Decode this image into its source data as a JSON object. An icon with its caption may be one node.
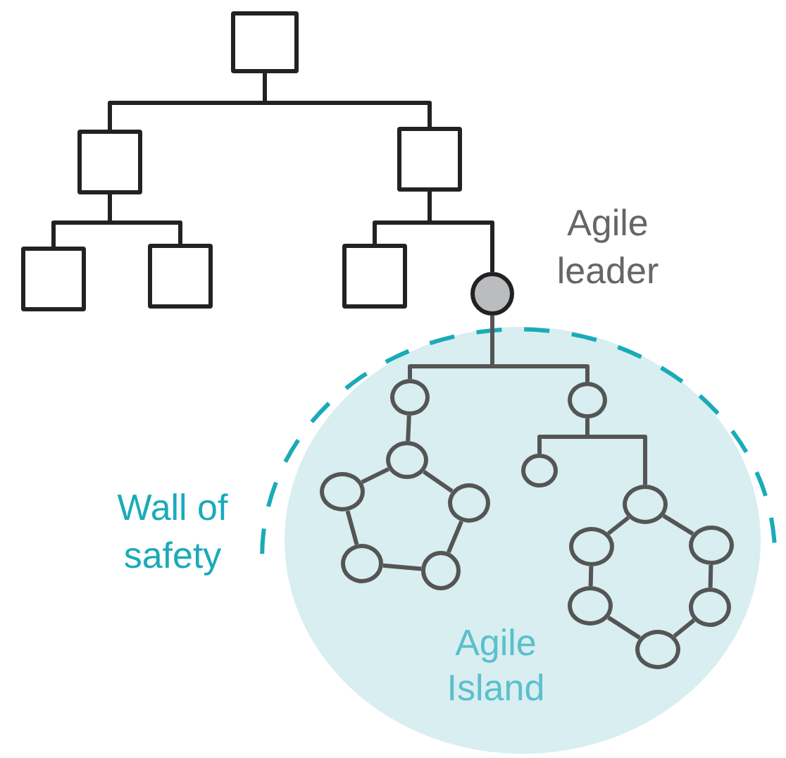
{
  "diagram": {
    "nodes": [
      {
        "text": [],
        "shape": "box"
      },
      {
        "text": [],
        "shape": "box"
      },
      {
        "text": [],
        "shape": "box"
      },
      {
        "text": [],
        "shape": "box"
      },
      {
        "text": [],
        "shape": "box"
      },
      {
        "text": [],
        "shape": "box"
      },
      {
        "text": [],
        "shape": "circle",
        "beside": [
          "Agile leader"
        ]
      },
      {
        "text": [
          "Agile Island"
        ]
      },
      {
        "text": [],
        "shape": "circle",
        "in": 7
      },
      {
        "text": [],
        "shape": "circle",
        "in": 7
      },
      {
        "text": [],
        "shape": "circle",
        "in": 7
      },
      {
        "text": [],
        "shape": "circle",
        "in": 7
      },
      {
        "text": [],
        "shape": "circle",
        "in": 7
      },
      {
        "text": [],
        "shape": "circle",
        "in": 7
      },
      {
        "text": [],
        "shape": "circle",
        "in": 7
      },
      {
        "text": [],
        "shape": "circle",
        "in": 7
      },
      {
        "text": [],
        "shape": "circle",
        "in": 7
      },
      {
        "text": [],
        "shape": "circle",
        "in": 7
      },
      {
        "text": [],
        "shape": "circle",
        "in": 7
      },
      {
        "text": [],
        "shape": "circle",
        "in": 7
      },
      {
        "text": [],
        "shape": "circle",
        "in": 7
      },
      {
        "text": [],
        "shape": "circle",
        "in": 7
      }
    ],
    "edges": [
      {
        "from": 0,
        "to": 1,
        "arrow": "none",
        "color": "#222222"
      },
      {
        "from": 0,
        "to": 2,
        "arrow": "none",
        "color": "#222222"
      },
      {
        "from": 1,
        "to": 3,
        "arrow": "none",
        "color": "#222222"
      },
      {
        "from": 1,
        "to": 4,
        "arrow": "none",
        "color": "#222222"
      },
      {
        "from": 2,
        "to": 5,
        "arrow": "none",
        "color": "#222222"
      },
      {
        "from": 2,
        "to": 6,
        "arrow": "none",
        "color": "#222222"
      },
      {
        "from": 6,
        "to": 8,
        "arrow": "none"
      },
      {
        "from": 6,
        "to": 9,
        "arrow": "none"
      },
      {
        "from": 8,
        "to": 10,
        "arrow": "none"
      },
      {
        "from": 9,
        "to": 11,
        "arrow": "none"
      },
      {
        "from": 9,
        "to": 14,
        "arrow": "none"
      },
      {
        "from": 10,
        "to": 13,
        "arrow": "none"
      },
      {
        "from": 13,
        "to": 18,
        "arrow": "none"
      },
      {
        "from": 18,
        "to": 17,
        "arrow": "none"
      },
      {
        "from": 17,
        "to": 12,
        "arrow": "none"
      },
      {
        "from": 12,
        "to": 10,
        "arrow": "none"
      },
      {
        "from": 14,
        "to": 16,
        "arrow": "none"
      },
      {
        "from": 16,
        "to": 20,
        "arrow": "none"
      },
      {
        "from": 20,
        "to": 21,
        "arrow": "none"
      },
      {
        "from": 21,
        "to": 19,
        "arrow": "none"
      },
      {
        "from": 19,
        "to": 15,
        "arrow": "none"
      },
      {
        "from": 15,
        "to": 14,
        "arrow": "none"
      }
    ],
    "labels": [
      "Wall of safety"
    ]
  }
}
